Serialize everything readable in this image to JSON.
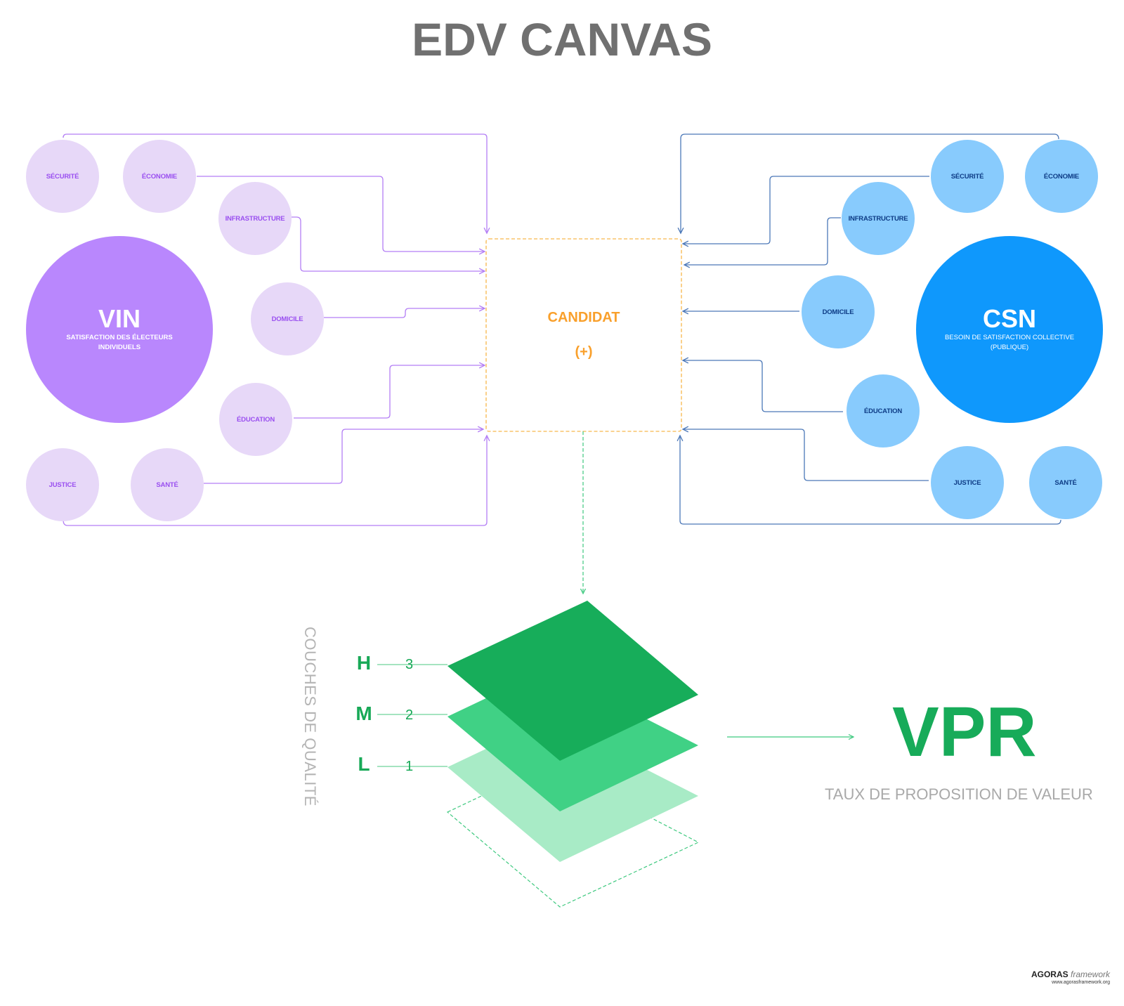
{
  "title": "EDV CANVAS",
  "vin": {
    "acronym": "VIN",
    "subtitle_line1": "SATISFACTION DES ÉLECTEURS",
    "subtitle_line2": "INDIVIDUELS",
    "color": "#b987fd",
    "nodes": [
      "SÉCURITÉ",
      "ÉCONOMIE",
      "INFRASTRUCTURE",
      "DOMICILE",
      "ÉDUCATION",
      "JUSTICE",
      "SANTÉ"
    ]
  },
  "csn": {
    "acronym": "CSN",
    "subtitle_line1": "BESOIN DE SATISFACTION COLLECTIVE",
    "subtitle_line2": "(PUBLIQUE)",
    "color": "#0f98fc",
    "nodes": [
      "SÉCURITÉ",
      "ÉCONOMIE",
      "INFRASTRUCTURE",
      "DOMICILE",
      "ÉDUCATION",
      "JUSTICE",
      "SANTÉ"
    ]
  },
  "candidate": {
    "label": "CANDIDAT",
    "symbol": "(+)",
    "color": "#f9a02c"
  },
  "quality_layers": {
    "axis_label": "COUCHES DE QUALITÉ",
    "levels": [
      {
        "letter": "H",
        "number": "3",
        "color": "#17ad5a"
      },
      {
        "letter": "M",
        "number": "2",
        "color": "#40d185"
      },
      {
        "letter": "L",
        "number": "1",
        "color": "#a8ebc6"
      }
    ]
  },
  "output": {
    "acronym": "VPR",
    "subtitle": "TAUX DE PROPOSITION DE VALEUR",
    "color": "#17ab59"
  },
  "footer": {
    "brand_bold": "AGORAS",
    "brand_light": "framework",
    "url": "www.agorasframework.org"
  }
}
